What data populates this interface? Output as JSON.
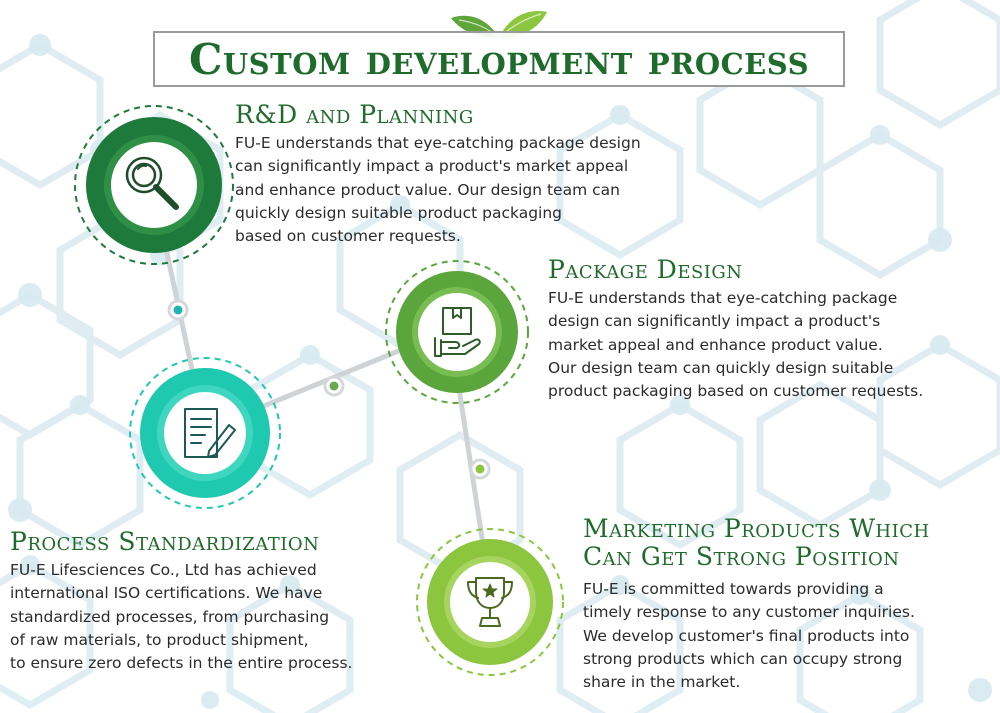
{
  "title": "Custom development process",
  "colors": {
    "title_green": "#1f6b2c",
    "step1_green": "#1e7a3a",
    "step2_green": "#5aa53c",
    "step3_teal": "#1fc9b0",
    "step4_lime": "#8cc63f"
  },
  "steps": [
    {
      "id": "rd-planning",
      "title": "R&D and Planning",
      "icon": "magnifier-icon",
      "lines": [
        "FU-E understands that eye-catching package design",
        "can significantly impact a product's market appeal",
        "and enhance product value. Our design team can",
        "quickly design suitable product packaging",
        "based on customer requests."
      ]
    },
    {
      "id": "package-design",
      "title": "Package Design",
      "icon": "box-in-hand-icon",
      "lines": [
        "FU-E understands that eye-catching package",
        "design can significantly impact a product's",
        "market appeal and enhance product value.",
        "Our design team can quickly design suitable",
        "product packaging based on customer requests."
      ]
    },
    {
      "id": "process-standardization",
      "title": "Process Standardization",
      "icon": "document-pen-icon",
      "lines": [
        "FU-E Lifesciences Co., Ltd has achieved",
        "international ISO certifications. We have",
        "standardized processes, from purchasing",
        "of raw materials, to product shipment,",
        "to ensure zero defects in the entire process."
      ]
    },
    {
      "id": "marketing-products",
      "title_lines": [
        "Marketing Products Which",
        "Can Get Strong Position"
      ],
      "icon": "trophy-icon",
      "lines": [
        "FU-E is committed towards providing a",
        "timely response to any customer inquiries.",
        "We develop customer's final products into",
        "strong products which can occupy strong",
        "share in the market."
      ]
    }
  ]
}
